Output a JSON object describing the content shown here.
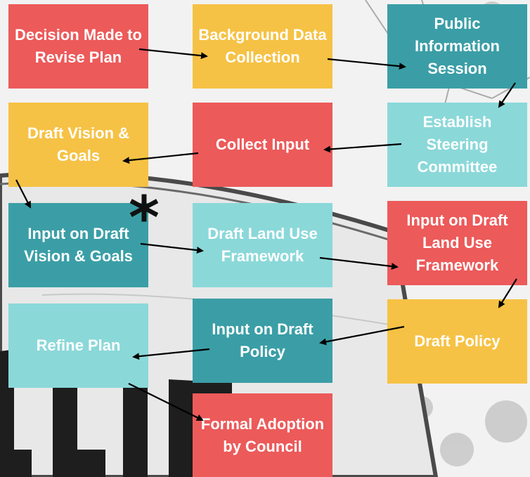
{
  "colors": {
    "red": "#ec5a5a",
    "yellow": "#f6c245",
    "teal": "#3b9ea6",
    "light_teal": "#8bd8d9"
  },
  "steps": [
    {
      "label": "Decision Made to Revise Plan",
      "color": "red"
    },
    {
      "label": "Background Data Collection",
      "color": "yellow"
    },
    {
      "label": "Public Information Session",
      "color": "teal"
    },
    {
      "label": "Establish Steering Committee",
      "color": "light_teal"
    },
    {
      "label": "Collect Input",
      "color": "red"
    },
    {
      "label": "Draft Vision & Goals",
      "color": "yellow"
    },
    {
      "label": "Input on Draft Vision & Goals",
      "color": "teal"
    },
    {
      "label": "Draft Land Use Framework",
      "color": "light_teal"
    },
    {
      "label": "Input on Draft Land Use Framework",
      "color": "red"
    },
    {
      "label": "Draft Policy",
      "color": "yellow"
    },
    {
      "label": "Input on Draft Policy",
      "color": "teal"
    },
    {
      "label": "Refine Plan",
      "color": "light_teal"
    },
    {
      "label": "Formal Adoption by Council",
      "color": "red"
    }
  ],
  "marker": {
    "symbol": "*",
    "icon": "asterisk-icon"
  },
  "background": {
    "icon": "water-tower-photo"
  }
}
